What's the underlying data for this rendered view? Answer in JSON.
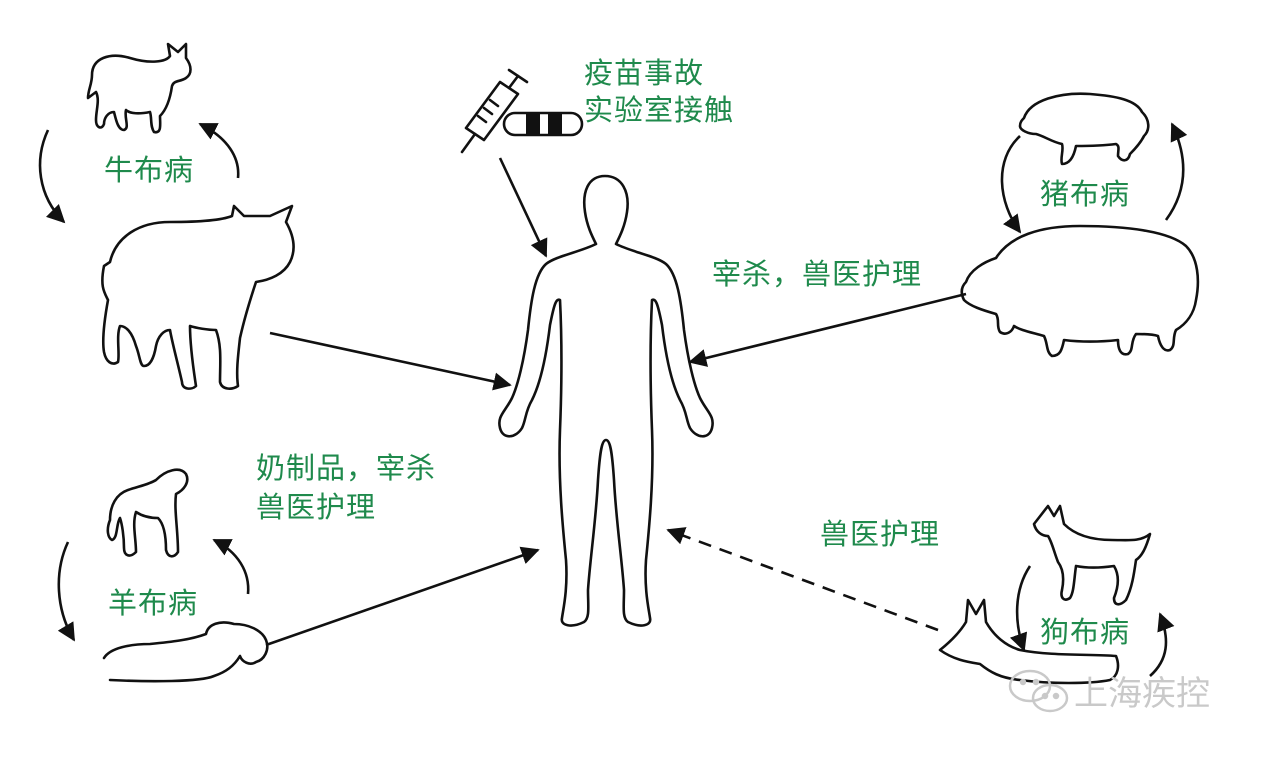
{
  "labels": {
    "vaccine_line1": "疫苗事故",
    "vaccine_line2": "实验室接触",
    "cattle_cycle": "牛布病",
    "pig_cycle": "猪布病",
    "pig_route": "宰杀，兽医护理",
    "sheep_route_line1": "奶制品，宰杀",
    "sheep_route_line2": "兽医护理",
    "sheep_cycle": "羊布病",
    "dog_route": "兽医护理",
    "dog_cycle": "狗布病"
  },
  "watermark": {
    "text": "上海疾控",
    "icon": "wechat-icon"
  },
  "colors": {
    "label_green": "#1f8a4c",
    "line": "#111111",
    "watermark": "#c9c9c9"
  },
  "icons": [
    "syringe-icon",
    "vaccine-vial-icon",
    "human-icon",
    "calf-icon",
    "cow-icon",
    "piglet-icon",
    "pig-icon",
    "lamb-icon",
    "sheep-icon",
    "puppy-icon",
    "dog-icon"
  ]
}
